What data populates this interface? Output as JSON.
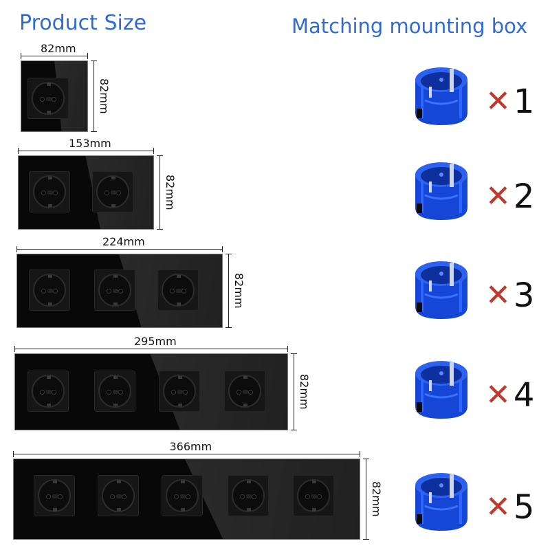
{
  "headings": {
    "product_size": "Product Size",
    "mounting_box": "Matching mounting box"
  },
  "colors": {
    "heading": "#2f6bd2",
    "box_blue": "#1a4fe0",
    "multiply_red": "#c0392b"
  },
  "multiply_symbol": "✕",
  "rows": [
    {
      "sockets": 1,
      "width_label": "82mm",
      "height_label": "82mm",
      "box_count": "1"
    },
    {
      "sockets": 2,
      "width_label": "153mm",
      "height_label": "82mm",
      "box_count": "2"
    },
    {
      "sockets": 3,
      "width_label": "224mm",
      "height_label": "82mm",
      "box_count": "3"
    },
    {
      "sockets": 4,
      "width_label": "295mm",
      "height_label": "82mm",
      "box_count": "4"
    },
    {
      "sockets": 5,
      "width_label": "366mm",
      "height_label": "82mm",
      "box_count": "5"
    }
  ]
}
